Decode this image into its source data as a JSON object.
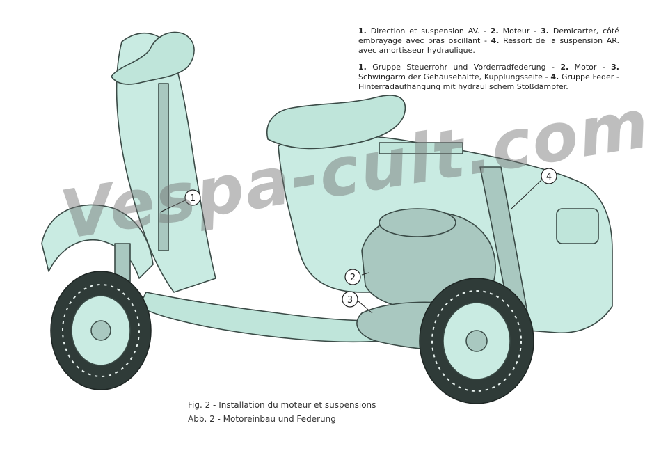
{
  "legend_fr": {
    "n1": "1.",
    "t1": " Direction et suspension AV. - ",
    "n2": "2.",
    "t2": " Moteur - ",
    "n3": "3.",
    "t3": " Demicarter, côté embrayage avec bras oscillant - ",
    "n4": "4.",
    "t4": " Ressort de la suspension AR. avec amortisseur hydraulique."
  },
  "legend_de": {
    "n1": "1.",
    "t1": " Gruppe Steuerrohr und Vorderradfederung - ",
    "n2": "2.",
    "t2": " Motor - ",
    "n3": "3.",
    "t3": " Schwingarm der Gehäusehälfte, Kupplungsseite - ",
    "n4": "4.",
    "t4": " Gruppe Feder - Hinterradaufhängung mit hydraulischem Stoßdämpfer."
  },
  "callouts": [
    "1",
    "2",
    "3",
    "4"
  ],
  "caption_fr": "Fig. 2 - Installation du moteur et suspensions",
  "caption_de": "Abb. 2 - Motoreinbau und Federung",
  "watermark": "Vespa-cult.com",
  "colors": {
    "body": "#c9ebe2",
    "outline": "#3a4a46",
    "tyre": "#2f3b38",
    "engine": "#a9c8c0"
  }
}
